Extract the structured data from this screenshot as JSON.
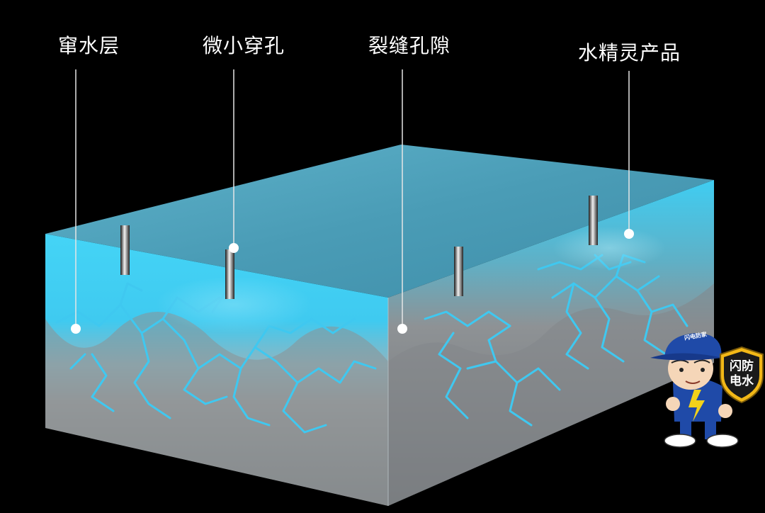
{
  "labels": {
    "waterproof_layer": "窜水层",
    "micro_pores": "微小穿孔",
    "crack_pores": "裂缝孔隙",
    "product": "水精灵产品"
  },
  "mascot": {
    "cap_text": "闪电防家",
    "badge_line_1": "闪防",
    "badge_line_2": "电水"
  },
  "colors": {
    "background": "#000000",
    "label_text": "#ffffff",
    "water": "#3fd0f2",
    "top_face": "#4d9fb8",
    "concrete": "#8f9396",
    "badge": "#f2b817"
  }
}
